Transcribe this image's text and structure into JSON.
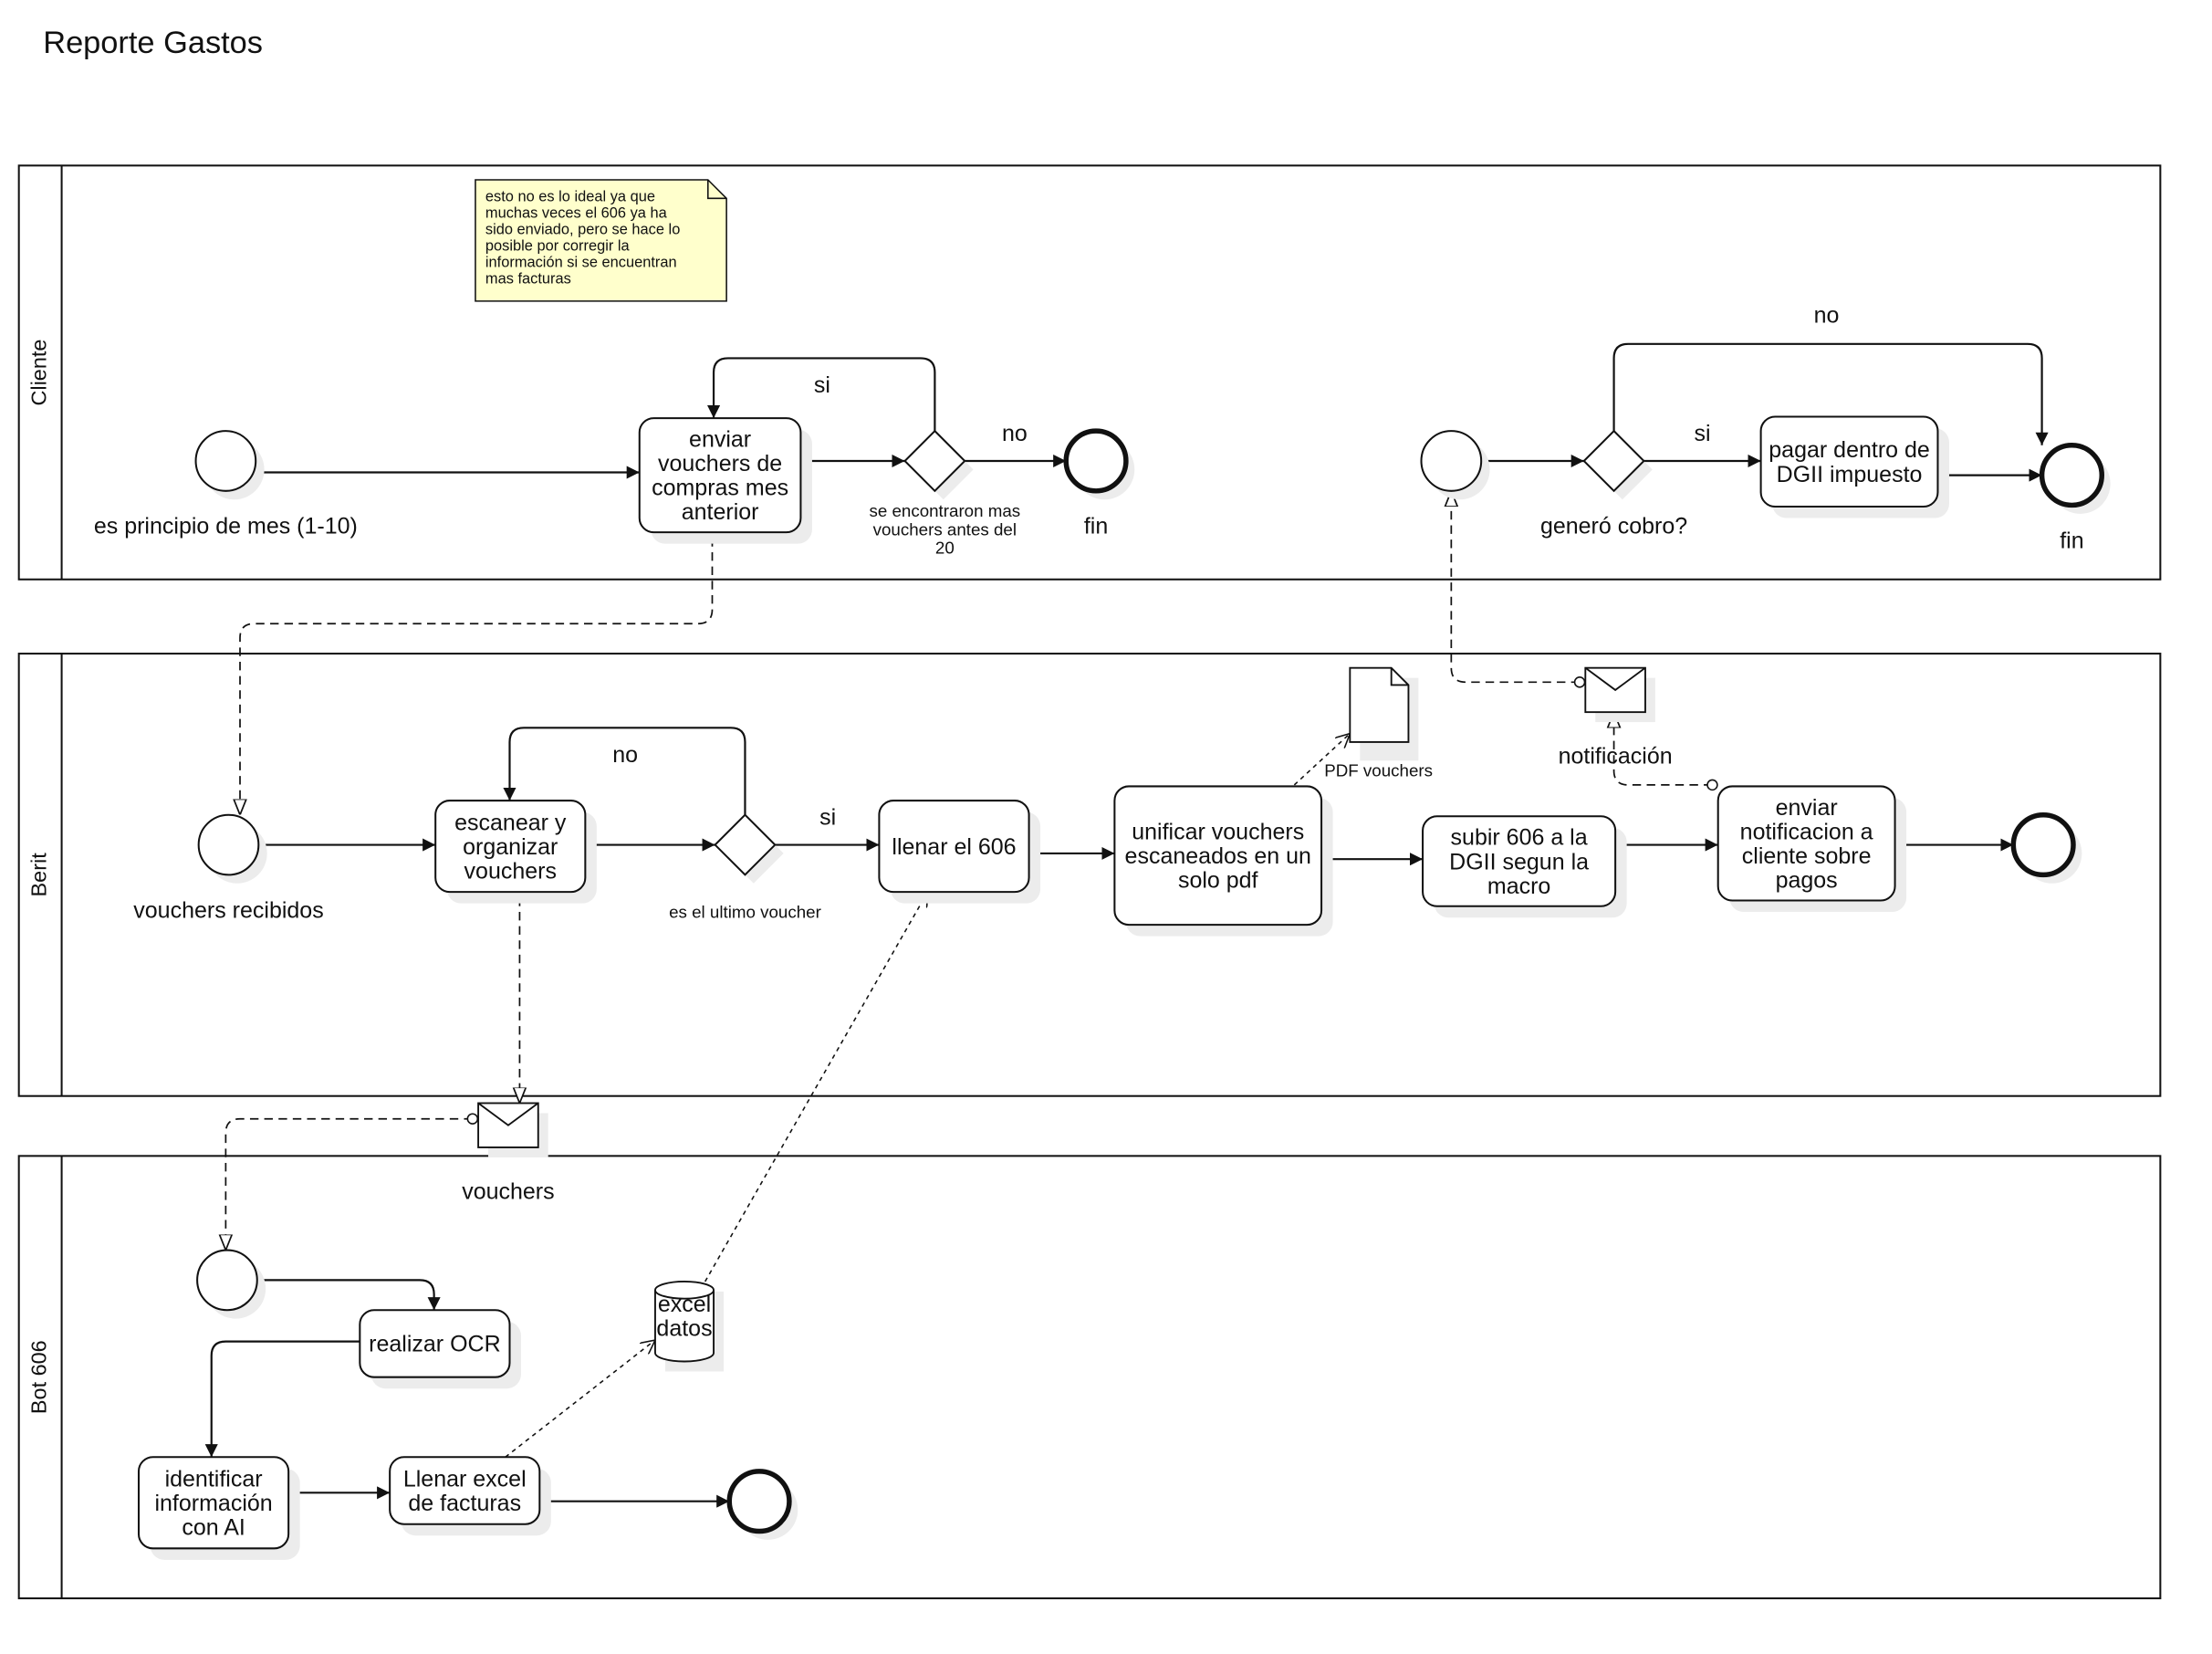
{
  "title": "Reporte Gastos",
  "lanes": [
    {
      "id": "cliente",
      "label": "Cliente"
    },
    {
      "id": "berit",
      "label": "Berit"
    },
    {
      "id": "bot",
      "label": "Bot 606"
    }
  ],
  "note": {
    "lines": [
      "esto no es lo ideal ya que",
      "muchas veces el 606 ya ha",
      "sido enviado, pero se hace lo",
      "posible por corregir la",
      "información si se encuentran",
      "mas facturas"
    ]
  },
  "tasks": [
    {
      "id": "enviar_vouchers",
      "lines": [
        "enviar",
        "vouchers de",
        "compras mes",
        "anterior"
      ]
    },
    {
      "id": "pagar_dgii",
      "lines": [
        "pagar dentro de",
        "DGII impuesto"
      ]
    },
    {
      "id": "escanear",
      "lines": [
        "escanear y",
        "organizar",
        "vouchers"
      ]
    },
    {
      "id": "llenar_606",
      "lines": [
        "llenar el 606"
      ]
    },
    {
      "id": "unificar",
      "lines": [
        "unificar vouchers",
        "escaneados en un",
        "solo pdf"
      ]
    },
    {
      "id": "subir_606",
      "lines": [
        "subir 606 a la",
        "DGII segun la",
        "macro"
      ]
    },
    {
      "id": "enviar_notif",
      "lines": [
        "enviar",
        "notificacion a",
        "cliente sobre",
        "pagos"
      ]
    },
    {
      "id": "ocr",
      "lines": [
        "realizar OCR"
      ]
    },
    {
      "id": "identificar",
      "lines": [
        "identificar",
        "información",
        "con AI"
      ]
    },
    {
      "id": "llenar_excel",
      "lines": [
        "Llenar excel",
        "de facturas"
      ]
    }
  ],
  "events": [
    {
      "id": "start_cliente",
      "type": "start",
      "label": "es principio de mes (1-10)"
    },
    {
      "id": "end_cliente_1",
      "type": "end",
      "label": "fin"
    },
    {
      "id": "start_cliente_2",
      "type": "start",
      "label": ""
    },
    {
      "id": "end_cliente_2",
      "type": "end",
      "label": "fin"
    },
    {
      "id": "start_berit",
      "type": "start",
      "label": "vouchers recibidos"
    },
    {
      "id": "end_berit",
      "type": "end",
      "label": ""
    },
    {
      "id": "start_bot",
      "type": "start",
      "label": ""
    },
    {
      "id": "end_bot",
      "type": "end",
      "label": ""
    }
  ],
  "gateways": [
    {
      "id": "gw_mas_vouchers",
      "lines": [
        "se encontraron mas",
        "vouchers antes del",
        "20"
      ]
    },
    {
      "id": "gw_cobro",
      "lines": [
        "generó cobro?"
      ]
    },
    {
      "id": "gw_ultimo",
      "lines": [
        "es el ultimo voucher"
      ]
    }
  ],
  "flow_labels": [
    {
      "id": "si_1",
      "text": "si"
    },
    {
      "id": "no_1",
      "text": "no"
    },
    {
      "id": "no_2",
      "text": "no"
    },
    {
      "id": "si_2",
      "text": "si"
    },
    {
      "id": "no_3",
      "text": "no"
    },
    {
      "id": "si_3",
      "text": "si"
    }
  ],
  "messages": [
    {
      "id": "msg_notificacion",
      "label": "notificación"
    },
    {
      "id": "msg_vouchers",
      "label": "vouchers"
    }
  ],
  "data_objects": [
    {
      "id": "pdf_vouchers",
      "label": "PDF vouchers"
    }
  ],
  "data_stores": [
    {
      "id": "excel_datos",
      "lines": [
        "excel",
        "datos"
      ]
    }
  ]
}
